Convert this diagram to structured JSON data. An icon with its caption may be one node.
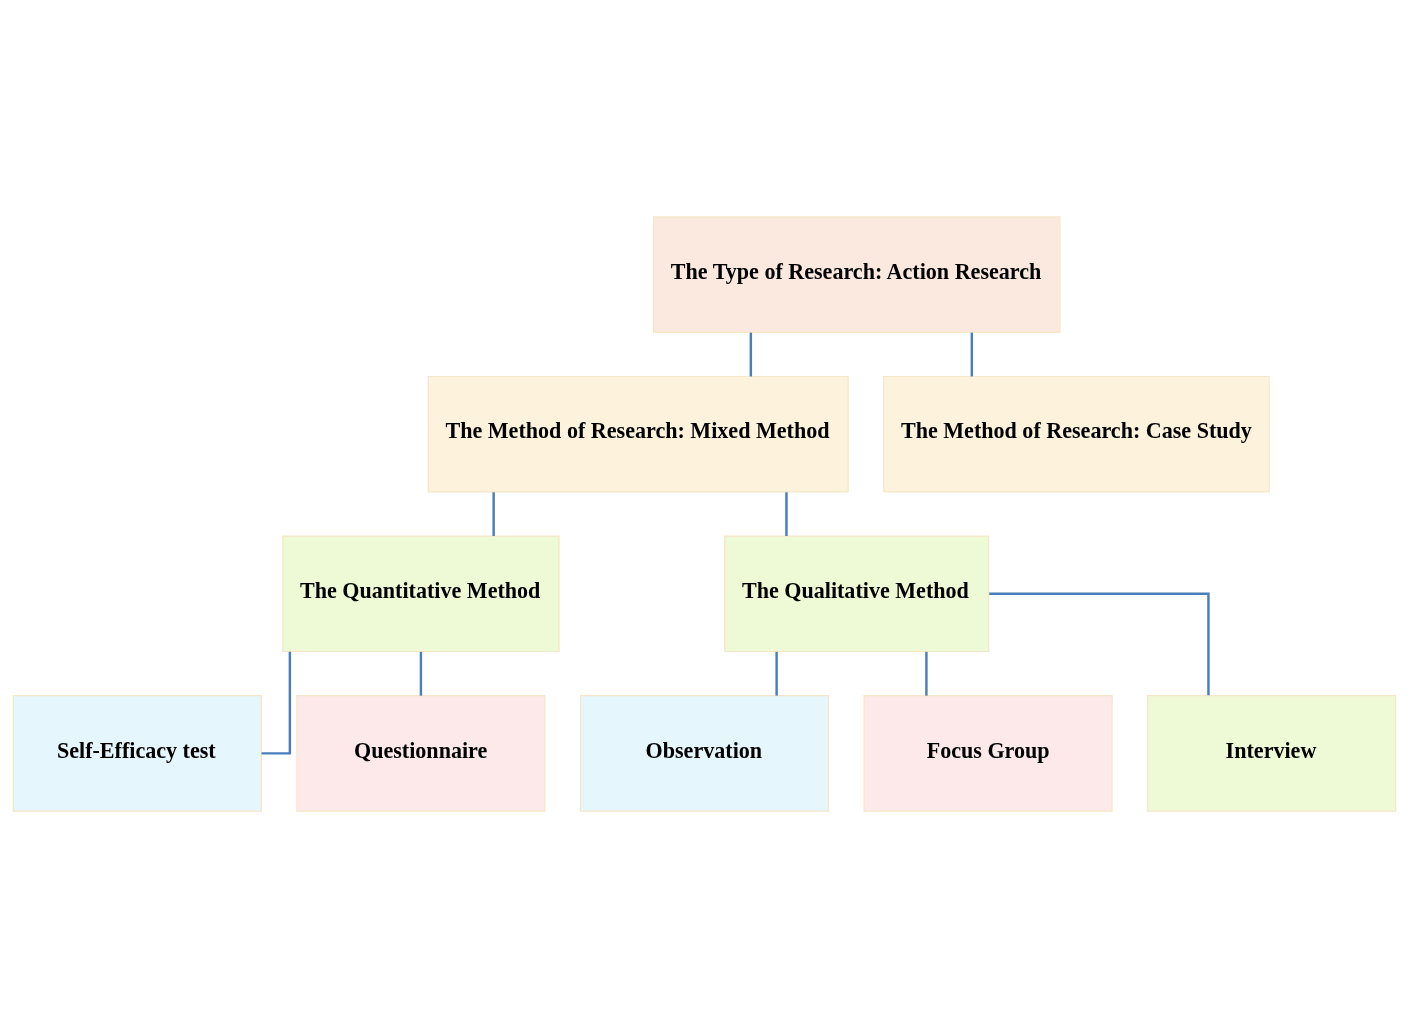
{
  "diagram": {
    "nodes": [
      {
        "text": [
          "The Type of Research: Action Research"
        ]
      },
      {
        "text": [
          "The Method of Research: Mixed Method"
        ]
      },
      {
        "text": [
          "The Method of Research: Case Study"
        ]
      },
      {
        "text": [
          "The Quantitative Method"
        ]
      },
      {
        "text": [
          "The Qualitative Method"
        ]
      },
      {
        "text": [
          "Self-Efficacy test"
        ]
      },
      {
        "text": [
          "Questionnaire"
        ]
      },
      {
        "text": [
          "Observation"
        ]
      },
      {
        "text": [
          "Focus Group"
        ]
      },
      {
        "text": [
          "Interview"
        ]
      }
    ],
    "edges": [
      {
        "from": 0,
        "to": 1,
        "arrow": "none"
      },
      {
        "from": 0,
        "to": 2,
        "arrow": "none"
      },
      {
        "from": 1,
        "to": 3,
        "arrow": "none"
      },
      {
        "from": 1,
        "to": 4,
        "arrow": "none"
      },
      {
        "from": 3,
        "to": 5,
        "arrow": "none"
      },
      {
        "from": 3,
        "to": 6,
        "arrow": "none"
      },
      {
        "from": 4,
        "to": 7,
        "arrow": "none"
      },
      {
        "from": 4,
        "to": 8,
        "arrow": "none"
      },
      {
        "from": 4,
        "to": 9,
        "arrow": "none"
      }
    ]
  }
}
